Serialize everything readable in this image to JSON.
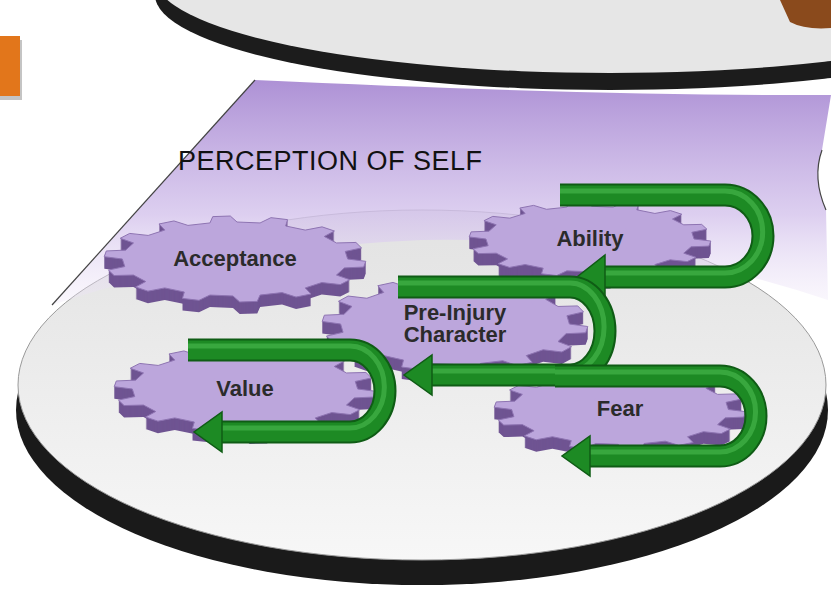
{
  "diagram": {
    "nodes": [
      {
        "text": [
          "PERCEPTION OF SELF"
        ]
      },
      {
        "text": [
          "Acceptance"
        ],
        "in": 0
      },
      {
        "text": [
          "Ability"
        ],
        "in": 0
      },
      {
        "text": [
          "Pre-Injury Character"
        ],
        "in": 0
      },
      {
        "text": [
          "Value"
        ],
        "in": 0
      },
      {
        "text": [
          "Fear"
        ],
        "in": 0
      }
    ]
  }
}
